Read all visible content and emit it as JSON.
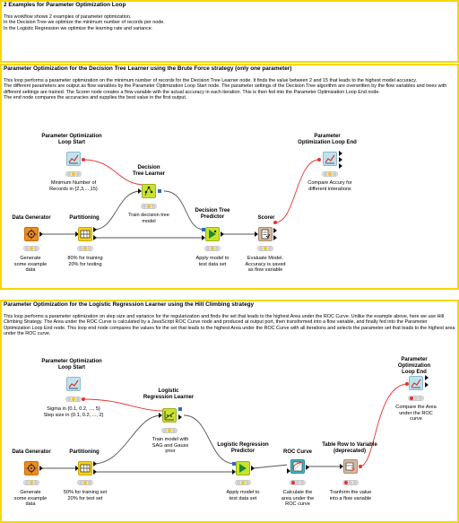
{
  "intro": {
    "title": "2 Examples for Parameter Optimization Loop",
    "text": "This workflow shows 2 examples of parameter optimization.\nIn the Decision Tree we optimize the minimum number of records per node.\nIn the Logistic Regression we optimize the learning rate and variance."
  },
  "dt": {
    "title": "Parameter Optimization for the Decision Tree Learner using the Brute Force strategy (only one parameter)",
    "text": "This loop performs a parameter optimization on the minimum number of records for the Decision Tree Learner node. It finds the value between 2 and 15 that leads to the highest model accuracy.\nThe different parameters are output as flow variables by the Parameter Optimization Loop Start node. The parameter settings of the Decision Tree algorithm are overwritten by the flow variables and trees with different settings are trained. The Scorer node creates a flow variable with the actual accuracy in each iteration. This is then fed into the Parameter Optimization Loop End node.\nThe end node compares the accuracies and supplies the best value in the first output.",
    "nodes": {
      "loop_start": {
        "title": "Parameter Optimization\nLoop Start",
        "desc": "Minimum Number of\nRecords in {2,3,...,15}"
      },
      "loop_end": {
        "title": "Parameter\nOptimization Loop End",
        "desc": "Compare Accury for\ndifferent interations"
      },
      "learner": {
        "title": "Decision\nTree Learner",
        "desc": "Train decision tree\nmodel"
      },
      "generator": {
        "title": "Data Generator",
        "desc": "Generate\nsome example\ndata"
      },
      "partitioning": {
        "title": "Partitioning",
        "desc": "80% for training\n20% for testing"
      },
      "predictor": {
        "title": "Decision Tree\nPredictor",
        "desc": "Apply model to\ntest data set"
      },
      "scorer": {
        "title": "Scorer",
        "desc": "Evaluate Model.\nAccuracy is saved\nas flow variable"
      }
    }
  },
  "lr": {
    "title": "Parameter Optimization for the Logistic Regression Learner using the Hill Climbing strategy",
    "text": "This loop performs a parameter optimization on step size and variance for the regularization and finds the set that leads to the highest Area under the ROC Curve. Unlike the example above, here we use Hill Climbing Strategy. The Area under the ROC Curve is calculated by a JavaScript ROC Curve node and produced at output port, then transformed into a flow variable, and finally fed into the Parameter Optimization Loop End node. This loop end node compares the values for the set that leads to the highest Area under the ROC Curve with all iterations and selects the parameter set that leads to the highest area under the ROC curve.",
    "nodes": {
      "loop_start": {
        "title": "Parameter Optimization\nLoop Start",
        "desc": "Sigma in {0.1, 0.2, ..., 5}\nStep size in {0.1, 0.2, ..., 2}"
      },
      "loop_end": {
        "title": "Parameter\nOptimization Loop End",
        "desc": "Compare the Area\nunder the ROC curve"
      },
      "learner": {
        "title": "Logistic\nRegression Learner",
        "desc": "Train model with\nSAG and Gauss\nprior"
      },
      "generator": {
        "title": "Data Generator",
        "desc": "Generate\nsome example\ndata"
      },
      "partitioning": {
        "title": "Partitioning",
        "desc": "50% for training set\n20% for test set"
      },
      "predictor": {
        "title": "Logistic Regression\nPredictor",
        "desc": "Apply model to\ntest data set"
      },
      "roc": {
        "title": "ROC Curve",
        "desc": "Calculate the\narea under the\nROC curve"
      },
      "t2v": {
        "title": "Table Row to Variable\n(deprecated)",
        "desc": "Tranform the value\ninto a flow variable"
      }
    }
  },
  "icons": {
    "loop_start": "line-chart-icon",
    "loop_end": "line-chart-icon",
    "learner": "tree-learner-icon",
    "generator": "data-generator-icon",
    "partitioning": "partition-icon",
    "predictor": "predictor-icon",
    "scorer": "scorer-icon",
    "roc": "roc-curve-icon",
    "t2v": "table-to-variable-icon"
  },
  "colors": {
    "annotation_border": "#f5d800",
    "loop_node": "#bfe3ee",
    "learner_node": "#c9e22e",
    "source_node": "#ef8a1e",
    "manipulator_node": "#f7d21a",
    "scorer_node": "#d7bba0",
    "view_node": "#3fb7c9",
    "flow_variable_line": "#e83030"
  }
}
